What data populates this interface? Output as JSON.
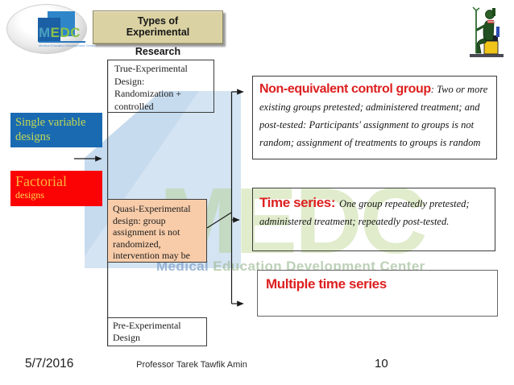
{
  "logo": {
    "text_m": "M",
    "text_edc": "EDC",
    "tagline": "Medical Education Development Center"
  },
  "title": {
    "line1": "Types of",
    "line2": "Experimental",
    "line3": "Research"
  },
  "category_boxes": {
    "single_variable": "Single variable\ndesigns",
    "factorial_main": "Factorial",
    "factorial_sub": "designs"
  },
  "flow_boxes": {
    "true_experimental": "True-Experimental\nDesign:\nRandomization +\ncontrolled",
    "quasi_experimental": "Quasi-Experimental\ndesign: group\nassignment is not\nrandomized,\nintervention may be",
    "pre_experimental": "Pre-Experimental\nDesign"
  },
  "detail_boxes": {
    "non_equivalent_heading": "Non-equivalent control group",
    "non_equivalent_body": ": Two or more existing groups pretested; administered treatment; and post-tested: Participants' assignment to groups is not random; assignment of treatments to groups is random",
    "time_series_heading": "Time series:",
    "time_series_body": "One group repeatedly pretested; administered treatment; repeatedly post-tested.",
    "multiple_time_series": "Multiple time series"
  },
  "watermark": {
    "letters": "MEDC",
    "tagline_word": "Medical",
    "tagline_rest": "Education Development Center"
  },
  "footer": {
    "date": "5/7/2016",
    "author": "Professor Tarek Tawfik Amin",
    "page_number": "10"
  },
  "icons": {
    "pharaoh": "seated-pharaoh-statue",
    "logo": "medc-logo"
  },
  "colors": {
    "title_fill": "#dbd2a3",
    "blue_box": "#1a6ab2",
    "blue_box_text": "#c2d854",
    "red_box": "#fb0204",
    "factorial_text": "#f9b43b",
    "quasi_fill": "#f8cca9",
    "heading_red": "#dd2020",
    "watermark_green": "#a0c664",
    "watermark_blue": "#d5e4f2"
  }
}
